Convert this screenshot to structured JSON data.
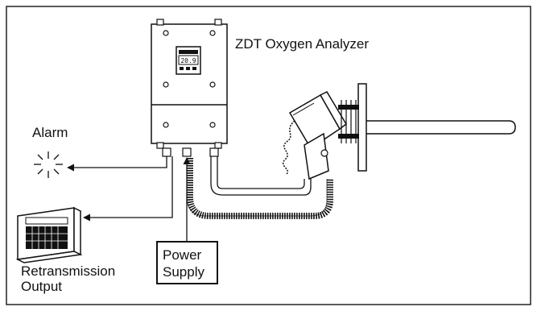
{
  "labels": {
    "analyzer": "ZDT Oxygen Analyzer",
    "alarm": "Alarm",
    "retransmission_line1": "Retransmission",
    "retransmission_line2": "Output",
    "power_line1": "Power",
    "power_line2": "Supply"
  },
  "display": {
    "reading": "20.9"
  },
  "colors": {
    "line": "#111111",
    "paper": "#ffffff",
    "frame": "#222222"
  }
}
